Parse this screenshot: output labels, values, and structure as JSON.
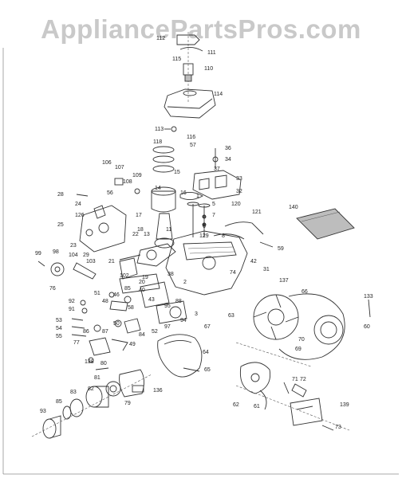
{
  "watermark": "AppliancePartsPros.com",
  "colors": {
    "ink": "#222222",
    "watermark": "#c9c9c9",
    "background": "#ffffff"
  },
  "part_labels": [
    "112",
    "111",
    "115",
    "110",
    "114",
    "113",
    "118",
    "57",
    "116",
    "15",
    "36",
    "34",
    "37",
    "33",
    "16",
    "32",
    "106",
    "107",
    "109",
    "108",
    "56",
    "28",
    "24",
    "14",
    "1",
    "140",
    "120",
    "121",
    "17",
    "5",
    "7",
    "18",
    "126",
    "25",
    "8",
    "6",
    "23",
    "22",
    "13",
    "11",
    "129",
    "59",
    "29",
    "21",
    "99",
    "98",
    "104",
    "103",
    "42",
    "31",
    "102",
    "19",
    "38",
    "2",
    "74",
    "76",
    "20",
    "40",
    "51",
    "85",
    "43",
    "48",
    "92",
    "91",
    "46",
    "58",
    "88",
    "95",
    "66",
    "133",
    "137",
    "53",
    "54",
    "55",
    "50",
    "86",
    "87",
    "84",
    "52",
    "97",
    "94",
    "3",
    "63",
    "67",
    "60",
    "77",
    "49",
    "70",
    "69",
    "138",
    "80",
    "64",
    "65",
    "81",
    "82",
    "136",
    "85",
    "83",
    "79",
    "71",
    "72",
    "62",
    "61",
    "139",
    "93",
    "73"
  ]
}
